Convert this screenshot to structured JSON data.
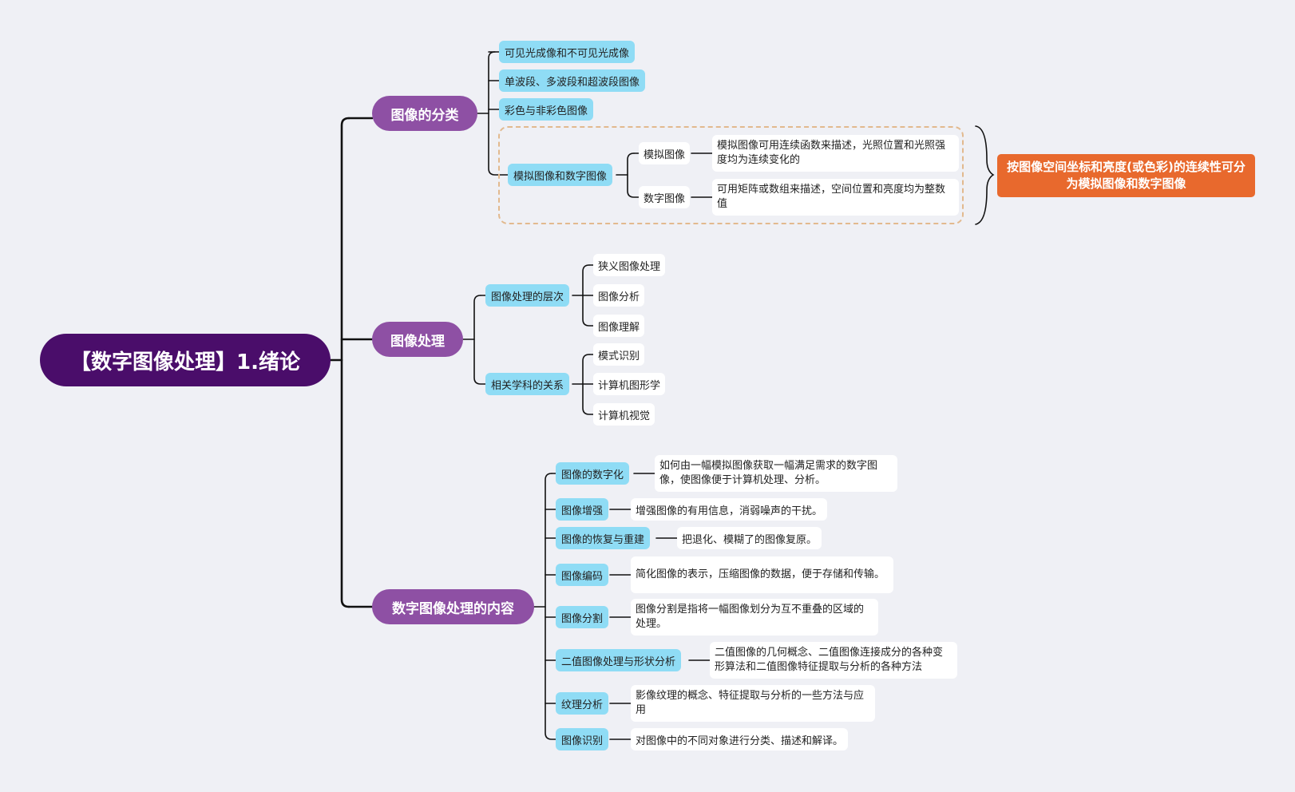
{
  "root": "【数字图像处理】1.绪论",
  "branches": {
    "classification": {
      "label": "图像的分类",
      "items": [
        "可见光成像和不可见光成像",
        "单波段、多波段和超波段图像",
        "彩色与非彩色图像"
      ],
      "analog_digital": {
        "label": "模拟图像和数字图像",
        "analog": {
          "label": "模拟图像",
          "desc": "模拟图像可用连续函数来描述，光照位置和光照强度均为连续变化的"
        },
        "digital": {
          "label": "数字图像",
          "desc": "可用矩阵或数组来描述，空间位置和亮度均为整数值"
        },
        "summary": "按图像空间坐标和亮度(或色彩)的连续性可分为模拟图像和数字图像"
      }
    },
    "processing": {
      "label": "图像处理",
      "levels": {
        "label": "图像处理的层次",
        "items": [
          "狭义图像处理",
          "图像分析",
          "图像理解"
        ]
      },
      "related": {
        "label": "相关学科的关系",
        "items": [
          "模式识别",
          "计算机图形学",
          "计算机视觉"
        ]
      }
    },
    "content": {
      "label": "数字图像处理的内容",
      "items": [
        {
          "label": "图像的数字化",
          "desc": "如何由一幅模拟图像获取一幅满足需求的数字图像，使图像便于计算机处理、分析。"
        },
        {
          "label": "图像增强",
          "desc": "增强图像的有用信息，消弱噪声的干扰。"
        },
        {
          "label": "图像的恢复与重建",
          "desc": "把退化、模糊了的图像复原。"
        },
        {
          "label": "图像编码",
          "desc": "简化图像的表示，压缩图像的数据，便于存储和传输。"
        },
        {
          "label": "图像分割",
          "desc": " 图像分割是指将一幅图像划分为互不重叠的区域的处理。"
        },
        {
          "label": "二值图像处理与形状分析",
          "desc": "二值图像的几何概念、二值图像连接成分的各种变形算法和二值图像特征提取与分析的各种方法"
        },
        {
          "label": "纹理分析",
          "desc": "影像纹理的概念、特征提取与分析的一些方法与应用"
        },
        {
          "label": "图像识别",
          "desc": "对图像中的不同对象进行分类、描述和解译。"
        }
      ]
    }
  },
  "colors": {
    "background": "#eff0f5",
    "root": "#4a0d6a",
    "main_topic": "#8e50a4",
    "subtopic": "#8fdcf5",
    "summary": "#e8692d",
    "boundary": "#e2b98e",
    "line": "#111111"
  }
}
